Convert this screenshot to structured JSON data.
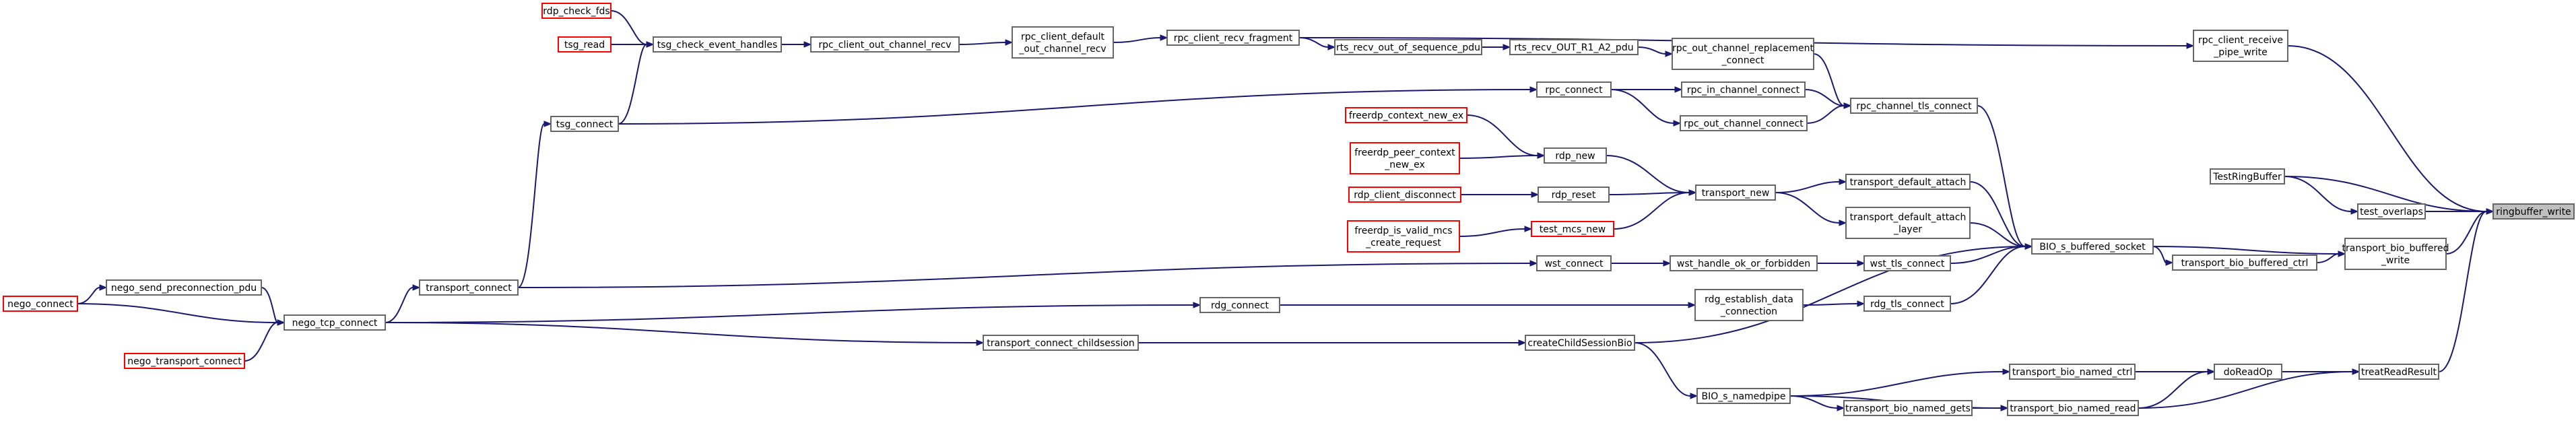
{
  "colors": {
    "edge": "#191970",
    "node_border": "#666666",
    "external_border": "#ff0000",
    "target_fill": "#bfbfbf",
    "background": "#ffffff"
  },
  "nodes": [
    {
      "id": "ringbuffer_write",
      "lines": [
        "ringbuffer_write"
      ],
      "kind": "target"
    },
    {
      "id": "rpc_client_receive_pipe_write",
      "lines": [
        "rpc_client_receive",
        "_pipe_write"
      ],
      "kind": "normal"
    },
    {
      "id": "TestRingBuffer",
      "lines": [
        "TestRingBuffer"
      ],
      "kind": "normal"
    },
    {
      "id": "test_overlaps",
      "lines": [
        "test_overlaps"
      ],
      "kind": "normal"
    },
    {
      "id": "transport_bio_buffered_write",
      "lines": [
        "transport_bio_buffered",
        "_write"
      ],
      "kind": "normal"
    },
    {
      "id": "treatReadResult",
      "lines": [
        "treatReadResult"
      ],
      "kind": "normal"
    },
    {
      "id": "rpc_client_recv_fragment",
      "lines": [
        "rpc_client_recv_fragment"
      ],
      "kind": "normal"
    },
    {
      "id": "rpc_client_default_out_channel_recv",
      "lines": [
        "rpc_client_default",
        "_out_channel_recv"
      ],
      "kind": "normal"
    },
    {
      "id": "rpc_client_out_channel_recv",
      "lines": [
        "rpc_client_out_channel_recv"
      ],
      "kind": "normal"
    },
    {
      "id": "tsg_check_event_handles",
      "lines": [
        "tsg_check_event_handles"
      ],
      "kind": "normal"
    },
    {
      "id": "rdp_check_fds",
      "lines": [
        "rdp_check_fds"
      ],
      "kind": "external"
    },
    {
      "id": "tsg_read",
      "lines": [
        "tsg_read"
      ],
      "kind": "external"
    },
    {
      "id": "tsg_connect",
      "lines": [
        "tsg_connect"
      ],
      "kind": "normal"
    },
    {
      "id": "transport_connect",
      "lines": [
        "transport_connect"
      ],
      "kind": "normal"
    },
    {
      "id": "nego_tcp_connect",
      "lines": [
        "nego_tcp_connect"
      ],
      "kind": "normal"
    },
    {
      "id": "nego_send_preconnection_pdu",
      "lines": [
        "nego_send_preconnection_pdu"
      ],
      "kind": "normal"
    },
    {
      "id": "nego_connect",
      "lines": [
        "nego_connect"
      ],
      "kind": "external"
    },
    {
      "id": "nego_transport_connect",
      "lines": [
        "nego_transport_connect"
      ],
      "kind": "external"
    },
    {
      "id": "rts_recv_out_of_sequence_pdu",
      "lines": [
        "rts_recv_out_of_sequence_pdu"
      ],
      "kind": "normal"
    },
    {
      "id": "rts_recv_OUT_R1_A2_pdu",
      "lines": [
        "rts_recv_OUT_R1_A2_pdu"
      ],
      "kind": "normal"
    },
    {
      "id": "rpc_out_channel_replacement_connect",
      "lines": [
        "rpc_out_channel_replacement",
        "_connect"
      ],
      "kind": "normal"
    },
    {
      "id": "rpc_channel_tls_connect",
      "lines": [
        "rpc_channel_tls_connect"
      ],
      "kind": "normal"
    },
    {
      "id": "rpc_in_channel_connect",
      "lines": [
        "rpc_in_channel_connect"
      ],
      "kind": "normal"
    },
    {
      "id": "rpc_out_channel_connect",
      "lines": [
        "rpc_out_channel_connect"
      ],
      "kind": "normal"
    },
    {
      "id": "rpc_connect",
      "lines": [
        "rpc_connect"
      ],
      "kind": "normal"
    },
    {
      "id": "BIO_s_buffered_socket",
      "lines": [
        "BIO_s_buffered_socket"
      ],
      "kind": "normal"
    },
    {
      "id": "transport_default_attach",
      "lines": [
        "transport_default_attach"
      ],
      "kind": "normal"
    },
    {
      "id": "transport_default_attach_layer",
      "lines": [
        "transport_default_attach",
        "_layer"
      ],
      "kind": "normal"
    },
    {
      "id": "transport_new",
      "lines": [
        "transport_new"
      ],
      "kind": "normal"
    },
    {
      "id": "rdp_new",
      "lines": [
        "rdp_new"
      ],
      "kind": "normal"
    },
    {
      "id": "rdp_reset",
      "lines": [
        "rdp_reset"
      ],
      "kind": "normal"
    },
    {
      "id": "test_mcs_new",
      "lines": [
        "test_mcs_new"
      ],
      "kind": "external"
    },
    {
      "id": "freerdp_context_new_ex",
      "lines": [
        "freerdp_context_new_ex"
      ],
      "kind": "external"
    },
    {
      "id": "freerdp_peer_context_new_ex",
      "lines": [
        "freerdp_peer_context",
        "_new_ex"
      ],
      "kind": "external"
    },
    {
      "id": "rdp_client_disconnect",
      "lines": [
        "rdp_client_disconnect"
      ],
      "kind": "external"
    },
    {
      "id": "freerdp_is_valid_mcs_create_request",
      "lines": [
        "freerdp_is_valid_mcs",
        "_create_request"
      ],
      "kind": "external"
    },
    {
      "id": "wst_tls_connect",
      "lines": [
        "wst_tls_connect"
      ],
      "kind": "normal"
    },
    {
      "id": "wst_handle_ok_or_forbidden",
      "lines": [
        "wst_handle_ok_or_forbidden"
      ],
      "kind": "normal"
    },
    {
      "id": "wst_connect",
      "lines": [
        "wst_connect"
      ],
      "kind": "normal"
    },
    {
      "id": "rdg_tls_connect",
      "lines": [
        "rdg_tls_connect"
      ],
      "kind": "normal"
    },
    {
      "id": "rdg_establish_data_connection",
      "lines": [
        "rdg_establish_data",
        "_connection"
      ],
      "kind": "normal"
    },
    {
      "id": "rdg_connect",
      "lines": [
        "rdg_connect"
      ],
      "kind": "normal"
    },
    {
      "id": "transport_bio_buffered_ctrl",
      "lines": [
        "transport_bio_buffered_ctrl"
      ],
      "kind": "normal"
    },
    {
      "id": "createChildSessionBio",
      "lines": [
        "createChildSessionBio"
      ],
      "kind": "normal"
    },
    {
      "id": "transport_connect_childsession",
      "lines": [
        "transport_connect_childsession"
      ],
      "kind": "normal"
    },
    {
      "id": "doReadOp",
      "lines": [
        "doReadOp"
      ],
      "kind": "normal"
    },
    {
      "id": "transport_bio_named_ctrl",
      "lines": [
        "transport_bio_named_ctrl"
      ],
      "kind": "normal"
    },
    {
      "id": "transport_bio_named_read",
      "lines": [
        "transport_bio_named_read"
      ],
      "kind": "normal"
    },
    {
      "id": "transport_bio_named_gets",
      "lines": [
        "transport_bio_named_gets"
      ],
      "kind": "normal"
    },
    {
      "id": "BIO_s_namedpipe",
      "lines": [
        "BIO_s_namedpipe"
      ],
      "kind": "normal"
    }
  ],
  "edges": [
    [
      "rpc_client_receive_pipe_write",
      "ringbuffer_write"
    ],
    [
      "TestRingBuffer",
      "ringbuffer_write"
    ],
    [
      "test_overlaps",
      "ringbuffer_write"
    ],
    [
      "TestRingBuffer",
      "test_overlaps"
    ],
    [
      "transport_bio_buffered_write",
      "ringbuffer_write"
    ],
    [
      "treatReadResult",
      "ringbuffer_write"
    ],
    [
      "rpc_client_recv_fragment",
      "rpc_client_receive_pipe_write"
    ],
    [
      "rpc_client_default_out_channel_recv",
      "rpc_client_recv_fragment"
    ],
    [
      "rpc_client_out_channel_recv",
      "rpc_client_default_out_channel_recv"
    ],
    [
      "tsg_check_event_handles",
      "rpc_client_out_channel_recv"
    ],
    [
      "rdp_check_fds",
      "tsg_check_event_handles"
    ],
    [
      "tsg_read",
      "tsg_check_event_handles"
    ],
    [
      "tsg_connect",
      "tsg_check_event_handles"
    ],
    [
      "transport_connect",
      "tsg_connect"
    ],
    [
      "nego_tcp_connect",
      "transport_connect"
    ],
    [
      "nego_send_preconnection_pdu",
      "nego_tcp_connect"
    ],
    [
      "nego_connect",
      "nego_send_preconnection_pdu"
    ],
    [
      "nego_connect",
      "nego_tcp_connect"
    ],
    [
      "nego_transport_connect",
      "nego_tcp_connect"
    ],
    [
      "rts_recv_out_of_sequence_pdu",
      "rpc_client_recv_fragment"
    ],
    [
      "rts_recv_OUT_R1_A2_pdu",
      "rts_recv_out_of_sequence_pdu"
    ],
    [
      "rpc_out_channel_replacement_connect",
      "rts_recv_OUT_R1_A2_pdu"
    ],
    [
      "rpc_channel_tls_connect",
      "rpc_out_channel_replacement_connect"
    ],
    [
      "rpc_channel_tls_connect",
      "rpc_in_channel_connect"
    ],
    [
      "rpc_channel_tls_connect",
      "rpc_out_channel_connect"
    ],
    [
      "rpc_in_channel_connect",
      "rpc_connect"
    ],
    [
      "rpc_out_channel_connect",
      "rpc_connect"
    ],
    [
      "rpc_connect",
      "tsg_connect"
    ],
    [
      "BIO_s_buffered_socket",
      "rpc_channel_tls_connect"
    ],
    [
      "BIO_s_buffered_socket",
      "transport_default_attach"
    ],
    [
      "BIO_s_buffered_socket",
      "transport_default_attach_layer"
    ],
    [
      "BIO_s_buffered_socket",
      "wst_tls_connect"
    ],
    [
      "BIO_s_buffered_socket",
      "rdg_tls_connect"
    ],
    [
      "BIO_s_buffered_socket",
      "createChildSessionBio"
    ],
    [
      "transport_bio_buffered_write",
      "BIO_s_buffered_socket"
    ],
    [
      "transport_bio_buffered_ctrl",
      "BIO_s_buffered_socket"
    ],
    [
      "transport_bio_buffered_write",
      "transport_bio_buffered_ctrl"
    ],
    [
      "transport_default_attach",
      "transport_new"
    ],
    [
      "transport_default_attach_layer",
      "transport_new"
    ],
    [
      "transport_new",
      "rdp_new"
    ],
    [
      "transport_new",
      "rdp_reset"
    ],
    [
      "transport_new",
      "test_mcs_new"
    ],
    [
      "rdp_new",
      "freerdp_context_new_ex"
    ],
    [
      "rdp_new",
      "freerdp_peer_context_new_ex"
    ],
    [
      "rdp_reset",
      "rdp_client_disconnect"
    ],
    [
      "test_mcs_new",
      "freerdp_is_valid_mcs_create_request"
    ],
    [
      "wst_tls_connect",
      "wst_handle_ok_or_forbidden"
    ],
    [
      "wst_tls_connect",
      "wst_connect"
    ],
    [
      "wst_handle_ok_or_forbidden",
      "wst_connect"
    ],
    [
      "wst_connect",
      "transport_connect"
    ],
    [
      "rdg_tls_connect",
      "rdg_establish_data_connection"
    ],
    [
      "rdg_establish_data_connection",
      "rdg_connect"
    ],
    [
      "rdg_connect",
      "nego_tcp_connect"
    ],
    [
      "createChildSessionBio",
      "transport_connect_childsession"
    ],
    [
      "createChildSessionBio",
      "BIO_s_namedpipe"
    ],
    [
      "transport_connect_childsession",
      "nego_tcp_connect"
    ],
    [
      "doReadOp",
      "treatReadResult"
    ],
    [
      "transport_bio_named_ctrl",
      "doReadOp"
    ],
    [
      "transport_bio_named_read",
      "doReadOp"
    ],
    [
      "transport_bio_named_read",
      "treatReadResult"
    ],
    [
      "BIO_s_namedpipe",
      "transport_bio_named_ctrl"
    ],
    [
      "BIO_s_namedpipe",
      "transport_bio_named_read"
    ],
    [
      "BIO_s_namedpipe",
      "transport_bio_named_gets"
    ],
    [
      "transport_bio_named_gets",
      "transport_bio_named_read"
    ]
  ]
}
